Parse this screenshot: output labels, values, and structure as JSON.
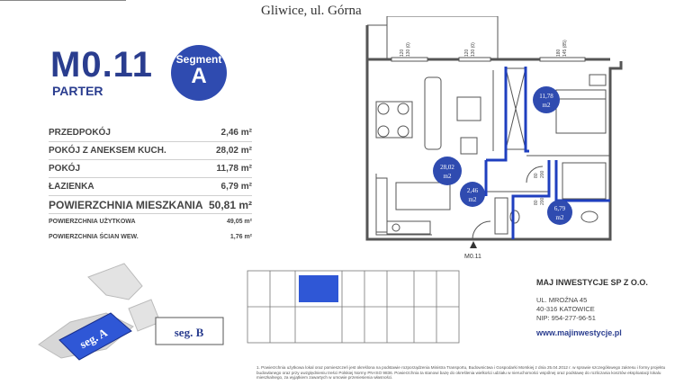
{
  "header": {
    "location": "Gliwice, ul. Górna"
  },
  "apartment": {
    "code": "M0.11",
    "floor": "PARTER",
    "segment_label": "Segment",
    "segment_letter": "A"
  },
  "rooms": [
    {
      "name": "PRZEDPOKÓJ",
      "area": "2,46 m²"
    },
    {
      "name": "POKÓJ Z ANEKSEM KUCH.",
      "area": "28,02 m²"
    },
    {
      "name": "POKÓJ",
      "area": "11,78 m²"
    },
    {
      "name": "ŁAZIENKA",
      "area": "6,79 m²"
    }
  ],
  "total": {
    "name": "POWIERZCHNIA MIESZKANIA",
    "area": "50,81 m²"
  },
  "extra": [
    {
      "name": "POWIERZCHNIA UŻYTKOWA",
      "area": "49,05 m²"
    },
    {
      "name": "POWIERZCHNIA ŚCIAN WEW.",
      "area": "1,76 m²"
    }
  ],
  "plan_labels": {
    "living": [
      "28,02",
      "m2"
    ],
    "bedroom": [
      "11,78",
      "m2"
    ],
    "hall": [
      "2,46",
      "m2"
    ],
    "bath": [
      "6,79",
      "m2"
    ],
    "win1": [
      "120",
      "130 (0)"
    ],
    "win2": [
      "120",
      "130 (0)"
    ],
    "win3": [
      "180",
      "145 (85)"
    ],
    "door1": [
      "80",
      "200"
    ],
    "door2": [
      "80",
      "200"
    ],
    "compass": "M0.11"
  },
  "site_labels": {
    "seg_a": "seg. A",
    "seg_b": "seg. B"
  },
  "company": {
    "name": "MAJ INWESTYCJE SP Z O.O.",
    "street": "UL. MROŹNA 45",
    "city": "40-316 KATOWICE",
    "nip": "NIP: 954-277-96-51",
    "web": "www.majinwestycje.pl"
  },
  "footnote": "1. Powierzchnia użytkowa lokal oraz pomieszczeń jest określona na podstawie rozporządzenia Ministra Transportu, Budownictwa i Gospodarki Morskiej z dnia 25.04.2012 r. w sprawie szczegółowego zakresu i formy projektu budowlanego oraz przy uwzględnieniu treści Polskiej Normy PN-ISO 9836. Powierzchnia ta stanowi bazę do określenia wielkości udziału w nieruchomości wspólnej oraz podstawę do rozliczania kosztów eksploatacji lokalu mieszkalnego, za wyjątkiem zawartych w umowie przeniesienia własności.",
  "colors": {
    "brand_blue": "#2a3d8f",
    "segment_blue": "#2f4bb0",
    "wall": "#555555",
    "highlight": "#1f3fbf"
  }
}
